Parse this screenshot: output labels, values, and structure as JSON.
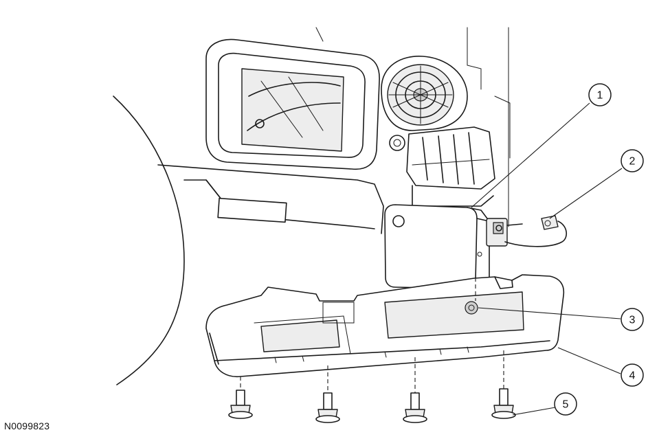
{
  "figure": {
    "id": "N0099823"
  },
  "callouts": [
    {
      "label": "1"
    },
    {
      "label": "2"
    },
    {
      "label": "3"
    },
    {
      "label": "4"
    },
    {
      "label": "5"
    }
  ]
}
